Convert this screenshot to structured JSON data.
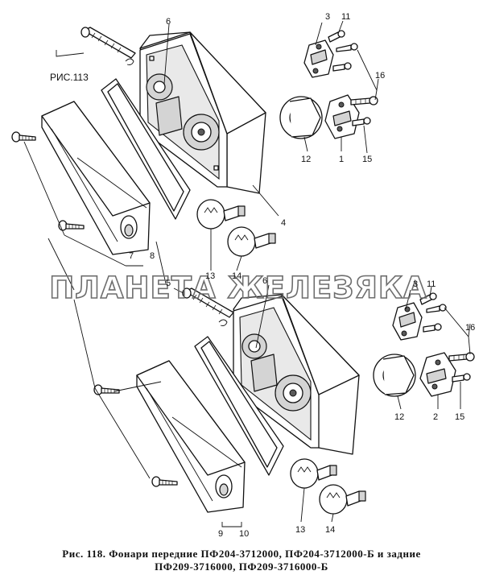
{
  "ref_figure": "РИС.113",
  "watermark": "ПЛАНЕТА ЖЕЛЕЗЯКА",
  "caption": {
    "line1": "Рис. 118. Фонари передние ПФ204-3712000, ПФ204-3712000-Б и задние",
    "line2": "ПФ209-3716000, ПФ209-3716000-Б"
  },
  "labels": {
    "a3": "3",
    "a11": "11",
    "a6": "6",
    "a16": "16",
    "a12": "12",
    "a1": "1",
    "a15": "15",
    "a4": "4",
    "a7": "7",
    "a8": "8",
    "a13": "13",
    "a14": "14",
    "b3": "3",
    "b11": "11",
    "b5": "5",
    "b6": "6",
    "b16": "16",
    "b12": "12",
    "b2": "2",
    "b15": "15",
    "b9": "9",
    "b10": "10",
    "b13": "13",
    "b14": "14"
  }
}
